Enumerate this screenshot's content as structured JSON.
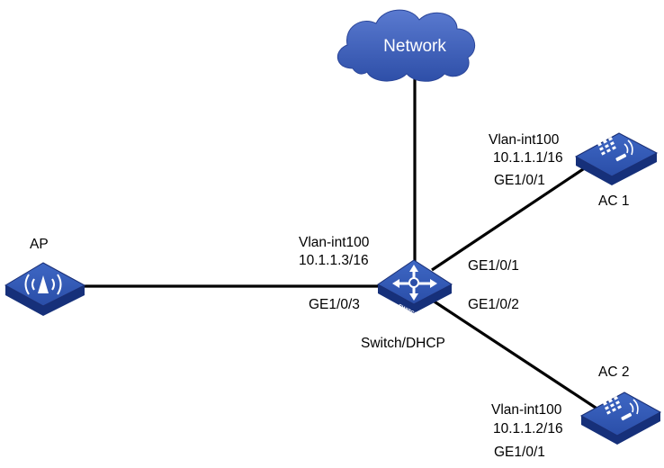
{
  "network": {
    "label": "Network"
  },
  "switch": {
    "name": "Switch/DHCP",
    "badge": "SWITCH",
    "vlan": "Vlan-int100",
    "ip": "10.1.1.3/16",
    "port_ap": "GE1/0/3",
    "port_ac1": "GE1/0/1",
    "port_ac2": "GE1/0/2"
  },
  "ap": {
    "name": "AP"
  },
  "ac1": {
    "name": "AC 1",
    "vlan": "Vlan-int100",
    "ip": "10.1.1.1/16",
    "port": "GE1/0/1"
  },
  "ac2": {
    "name": "AC 2",
    "vlan": "Vlan-int100",
    "ip": "10.1.1.2/16",
    "port": "GE1/0/1"
  },
  "colors": {
    "device_top": "#2a4ea8",
    "device_side": "#16307a",
    "device_edge": "#1a2f75",
    "cloud": "#3b5db7",
    "link": "#000000"
  }
}
